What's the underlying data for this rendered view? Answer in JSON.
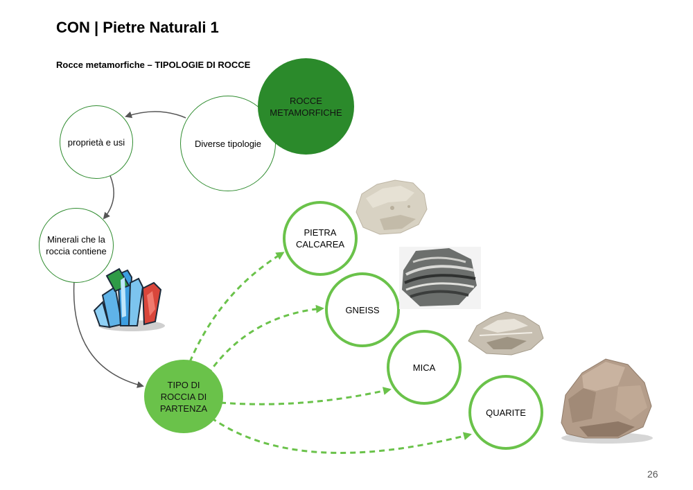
{
  "header": {
    "title": "CON | Pietre Naturali 1",
    "subtitle": "Rocce metamorfiche – TIPOLOGIE DI ROCCE"
  },
  "nodes": {
    "metamorphic": "ROCCE\nMETAMORFICHE",
    "types": "Diverse tipologie",
    "properties": "proprietà e usi",
    "minerals": "Minerali che la\nroccia contiene",
    "origin": "TIPO DI\nROCCIA DI\nPARTENZA",
    "limestone": "PIETRA\nCALCAREA",
    "gneiss": "GNEISS",
    "mica": "MICA",
    "quartzite": "QUARITE"
  },
  "footer": {
    "page_number": "26"
  },
  "colors": {
    "dark_green": "#2b8a2b",
    "light_green": "#6ac24a",
    "outline_green": "#2e8b2e",
    "arrow_gray": "#555555"
  },
  "images": {
    "crystal": "crystal-cluster-illustration",
    "limestone_sample": "limestone-rock-photo",
    "gneiss_sample": "gneiss-rock-photo",
    "mica_sample": "mica-rock-photo",
    "quartzite_sample": "quartzite-rock-photo"
  }
}
